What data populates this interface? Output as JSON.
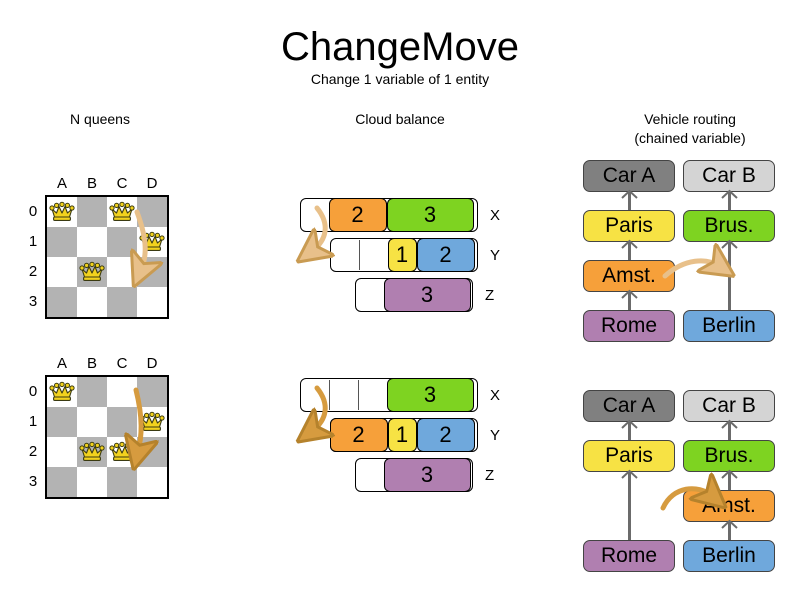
{
  "header": {
    "title": "ChangeMove",
    "subtitle": "Change 1 variable of 1 entity"
  },
  "columns": {
    "nqueens": "N queens",
    "cloud": "Cloud balance",
    "vrp_line1": "Vehicle routing",
    "vrp_line2": "(chained variable)"
  },
  "colors": {
    "orange": "#f6a03a",
    "green": "#7ed321",
    "yellow": "#f7e244",
    "blue": "#6fa8dc",
    "purple": "#b07fb0",
    "gray_dark": "#808080",
    "gray_light": "#d4d4d4",
    "arrow": "#e8c08a",
    "arrow_solid": "#d69b3f",
    "cell_dark": "#b3b3b3",
    "cell_light": "#ffffff",
    "queen": "#f2d21e"
  },
  "nqueens": {
    "col_labels": [
      "A",
      "B",
      "C",
      "D"
    ],
    "row_labels": [
      "0",
      "1",
      "2",
      "3"
    ],
    "before": {
      "queens": [
        {
          "col": 0,
          "row": 0
        },
        {
          "col": 2,
          "row": 0
        },
        {
          "col": 3,
          "row": 1
        },
        {
          "col": 1,
          "row": 2
        }
      ],
      "move": {
        "from_col": 2,
        "from_row": 0,
        "to_col": 2,
        "to_row": 2
      }
    },
    "after": {
      "queens": [
        {
          "col": 0,
          "row": 0
        },
        {
          "col": 3,
          "row": 1
        },
        {
          "col": 1,
          "row": 2
        },
        {
          "col": 2,
          "row": 2
        }
      ],
      "move": {
        "from_col": 2,
        "from_row": 0,
        "to_col": 2,
        "to_row": 2
      }
    }
  },
  "cloud": {
    "before": {
      "rows": [
        {
          "label": "X",
          "segments": [
            {
              "value": "",
              "color": "#ffffff",
              "units": 1
            },
            {
              "value": "2",
              "color": "#f6a03a",
              "units": 2
            },
            {
              "value": "3",
              "color": "#7ed321",
              "units": 3
            }
          ]
        },
        {
          "label": "Y",
          "segments": [
            {
              "value": "",
              "color": "#ffffff",
              "units": 1
            },
            {
              "value": "",
              "color": "#ffffff",
              "units": 1
            },
            {
              "value": "1",
              "color": "#f7e244",
              "units": 1
            },
            {
              "value": "2",
              "color": "#6fa8dc",
              "units": 2
            }
          ]
        },
        {
          "label": "Z",
          "segments": [
            {
              "value": "",
              "color": "#ffffff",
              "units": 1
            },
            {
              "value": "3",
              "color": "#b07fb0",
              "units": 3
            }
          ]
        }
      ]
    },
    "after": {
      "rows": [
        {
          "label": "X",
          "segments": [
            {
              "value": "",
              "color": "#ffffff",
              "units": 1
            },
            {
              "value": "",
              "color": "#ffffff",
              "units": 1
            },
            {
              "value": "",
              "color": "#ffffff",
              "units": 1
            },
            {
              "value": "3",
              "color": "#7ed321",
              "units": 3
            }
          ]
        },
        {
          "label": "Y",
          "segments": [
            {
              "value": "2",
              "color": "#f6a03a",
              "units": 2
            },
            {
              "value": "1",
              "color": "#f7e244",
              "units": 1
            },
            {
              "value": "2",
              "color": "#6fa8dc",
              "units": 2
            }
          ]
        },
        {
          "label": "Z",
          "segments": [
            {
              "value": "",
              "color": "#ffffff",
              "units": 1
            },
            {
              "value": "3",
              "color": "#b07fb0",
              "units": 3
            }
          ]
        }
      ]
    }
  },
  "vrp": {
    "before": {
      "nodes": {
        "car_a": "Car A",
        "car_b": "Car B",
        "paris": "Paris",
        "brussels": "Brus.",
        "amsterdam": "Amst.",
        "rome": "Rome",
        "berlin": "Berlin"
      }
    },
    "after": {
      "nodes": {
        "car_a": "Car A",
        "car_b": "Car B",
        "paris": "Paris",
        "brussels": "Brus.",
        "amsterdam": "Amst.",
        "rome": "Rome",
        "berlin": "Berlin"
      }
    }
  }
}
